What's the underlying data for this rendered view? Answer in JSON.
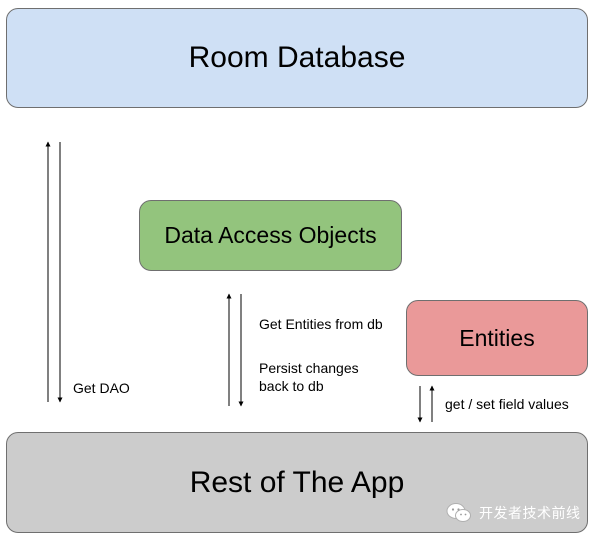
{
  "room_database": {
    "label": "Room Database",
    "fill": "#cfe0f5"
  },
  "data_access_objects": {
    "label": "Data Access Objects",
    "fill": "#93c47d"
  },
  "entities": {
    "label": "Entities",
    "fill": "#ea9999"
  },
  "rest_of_app": {
    "label": "Rest of The App",
    "fill": "#cccccc"
  },
  "edges": {
    "get_dao": "Get DAO",
    "get_entities_from_db": "Get Entities from db",
    "persist_changes_line1": "Persist changes",
    "persist_changes_line2": "back to db",
    "get_set_field_values": "get / set field values"
  },
  "watermark": {
    "text": "开发者技术前线",
    "icon": "wechat-icon"
  }
}
